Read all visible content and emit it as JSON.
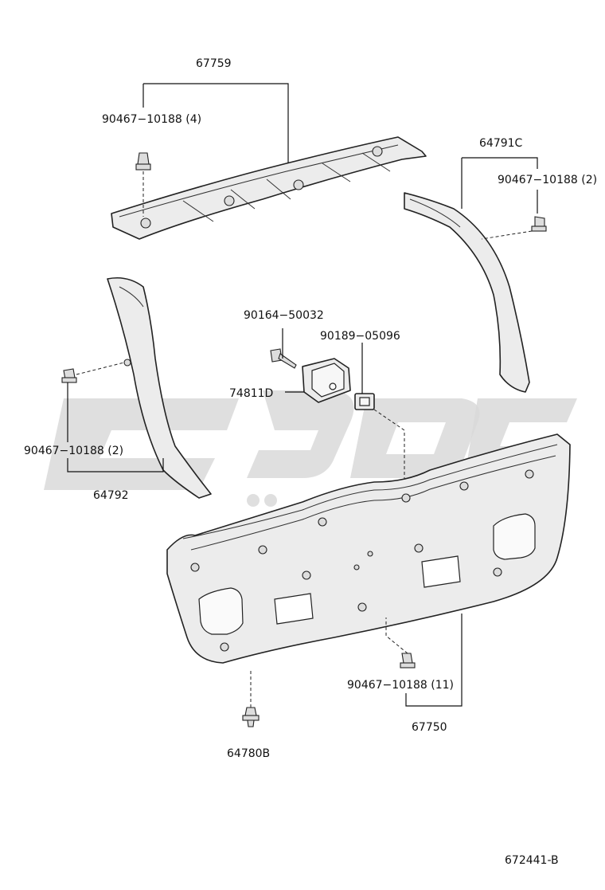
{
  "diagram": {
    "sheet_code": "672441-B",
    "callouts": [
      {
        "id": "67759",
        "label": "67759"
      },
      {
        "id": "clip-upper",
        "label": "90467−10188 (4)"
      },
      {
        "id": "64791C",
        "label": "64791C"
      },
      {
        "id": "clip-right",
        "label": "90467−10188 (2)"
      },
      {
        "id": "screw",
        "label": "90164−50032"
      },
      {
        "id": "nut",
        "label": "90189−05096"
      },
      {
        "id": "74811D",
        "label": "74811D"
      },
      {
        "id": "clip-left",
        "label": "90467−10188 (2)"
      },
      {
        "id": "64792",
        "label": "64792"
      },
      {
        "id": "clip-lower",
        "label": "90467−10188 (11)"
      },
      {
        "id": "67750",
        "label": "67750"
      },
      {
        "id": "64780B",
        "label": "64780B"
      }
    ]
  }
}
